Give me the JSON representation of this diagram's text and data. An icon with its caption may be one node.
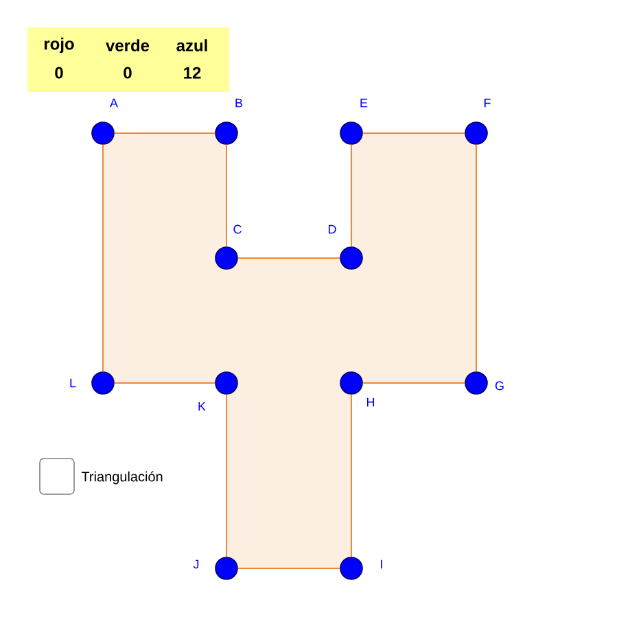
{
  "diagram": {
    "nodes": [
      {
        "text": [],
        "shape": "circle",
        "beside": [
          "A"
        ]
      },
      {
        "text": [],
        "shape": "circle",
        "beside": [
          "B"
        ]
      },
      {
        "text": [],
        "shape": "circle",
        "beside": [
          "C"
        ]
      },
      {
        "text": [],
        "shape": "circle",
        "beside": [
          "D"
        ]
      },
      {
        "text": [],
        "shape": "circle",
        "beside": [
          "E"
        ]
      },
      {
        "text": [],
        "shape": "circle",
        "beside": [
          "F"
        ]
      },
      {
        "text": [],
        "shape": "circle",
        "beside": [
          "G"
        ]
      },
      {
        "text": [],
        "shape": "circle",
        "beside": [
          "H"
        ]
      },
      {
        "text": [],
        "shape": "circle",
        "beside": [
          "I"
        ]
      },
      {
        "text": [],
        "shape": "circle",
        "beside": [
          "J"
        ]
      },
      {
        "text": [],
        "shape": "circle",
        "beside": [
          "K"
        ]
      },
      {
        "text": [],
        "shape": "circle",
        "beside": [
          "L"
        ]
      }
    ],
    "edges": [
      {
        "from": 0,
        "to": 1,
        "arrow": "none"
      },
      {
        "from": 1,
        "to": 2,
        "arrow": "none"
      },
      {
        "from": 2,
        "to": 3,
        "arrow": "none"
      },
      {
        "from": 3,
        "to": 4,
        "arrow": "none"
      },
      {
        "from": 4,
        "to": 5,
        "arrow": "none"
      },
      {
        "from": 5,
        "to": 6,
        "arrow": "none"
      },
      {
        "from": 6,
        "to": 7,
        "arrow": "none"
      },
      {
        "from": 7,
        "to": 8,
        "arrow": "none"
      },
      {
        "from": 8,
        "to": 9,
        "arrow": "none"
      },
      {
        "from": 9,
        "to": 10,
        "arrow": "none"
      },
      {
        "from": 10,
        "to": 11,
        "arrow": "none"
      },
      {
        "from": 11,
        "to": 0,
        "arrow": "none"
      }
    ],
    "labels": [
      "rojo",
      "verde",
      "azul",
      "0",
      "0",
      "12",
      "Triangulación"
    ]
  }
}
